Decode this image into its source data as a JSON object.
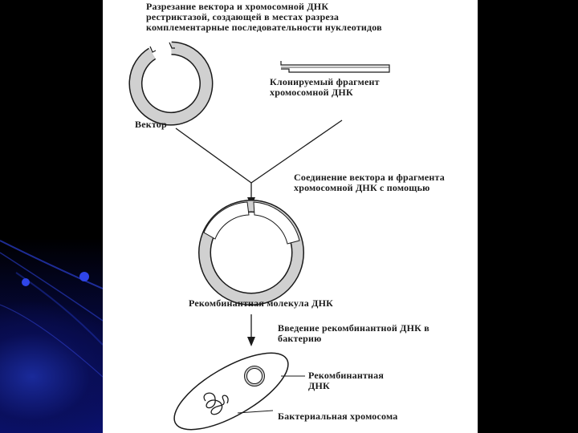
{
  "labels": {
    "step1": "Разрезание вектора и хромосомной ДНК\nрестриктазой, создающей в местах разреза\nкомплементарные последовательности нуклеотидов",
    "fragment": "Клонируемый фрагмент\nхромосомной ДНК",
    "vector": "Вектор",
    "step2": "Соединение вектора и фрагмента\nхромосомной ДНК с помощью",
    "recombinant_molecule": "Рекомбинантная молекула ДНК",
    "step3": "Введение рекомбинантной ДНК в\nбактерию",
    "recombinant_dna": "Рекомбинантная\nДНК",
    "bacterial_chromosome": "Бактериальная хромосома"
  },
  "colors": {
    "background": "#000000",
    "slide": "#ffffff",
    "ink": "#1a1a1a",
    "ring_fill": "#cfcfcf",
    "accent_blue": "#1b2aa8"
  }
}
